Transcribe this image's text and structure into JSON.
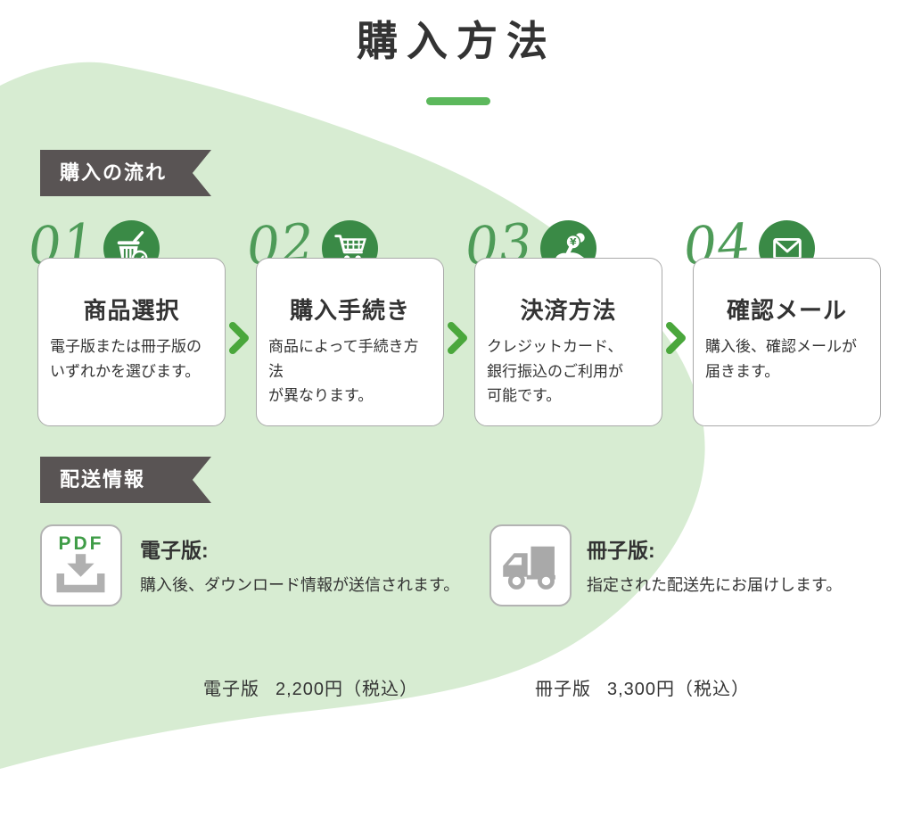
{
  "page": {
    "title": "購入方法"
  },
  "flow": {
    "heading": "購入の流れ",
    "steps": [
      {
        "number": "01",
        "icon": "basket-check-icon",
        "title": "商品選択",
        "description": "電子版または冊子版の\nいずれかを選びます。"
      },
      {
        "number": "02",
        "icon": "shopping-cart-icon",
        "title": "購入手続き",
        "description": "商品によって手続き方法\nが異なります。"
      },
      {
        "number": "03",
        "icon": "payment-hand-coins-icon",
        "title": "決済方法",
        "description": "クレジットカード、\n銀行振込のご利用が\n可能です。"
      },
      {
        "number": "04",
        "icon": "envelope-icon",
        "title": "確認メール",
        "description": "購入後、確認メールが\n届きます。"
      }
    ]
  },
  "delivery": {
    "heading": "配送情報",
    "items": [
      {
        "icon": "pdf-download-icon",
        "icon_label": "PDF",
        "title": "電子版:",
        "description": "購入後、ダウンロード情報が送信されます。"
      },
      {
        "icon": "delivery-truck-icon",
        "title": "冊子版:",
        "description": "指定された配送先にお届けします。"
      }
    ]
  },
  "pricing": [
    {
      "label": "電子版",
      "price": "2,200円（税込）"
    },
    {
      "label": "冊子版",
      "price": "3,300円（税込）"
    }
  ],
  "colors": {
    "blob_green": "#d7ecd2",
    "accent_green": "#5cb85c",
    "icon_circle_green": "#3a8a46",
    "number_green": "#4e9b58",
    "chevron_green": "#4aa73c",
    "ribbon_gray": "#595454",
    "pdf_green": "#3f9c47",
    "icon_gray": "#a9a9a9",
    "text_dark": "#333333"
  }
}
